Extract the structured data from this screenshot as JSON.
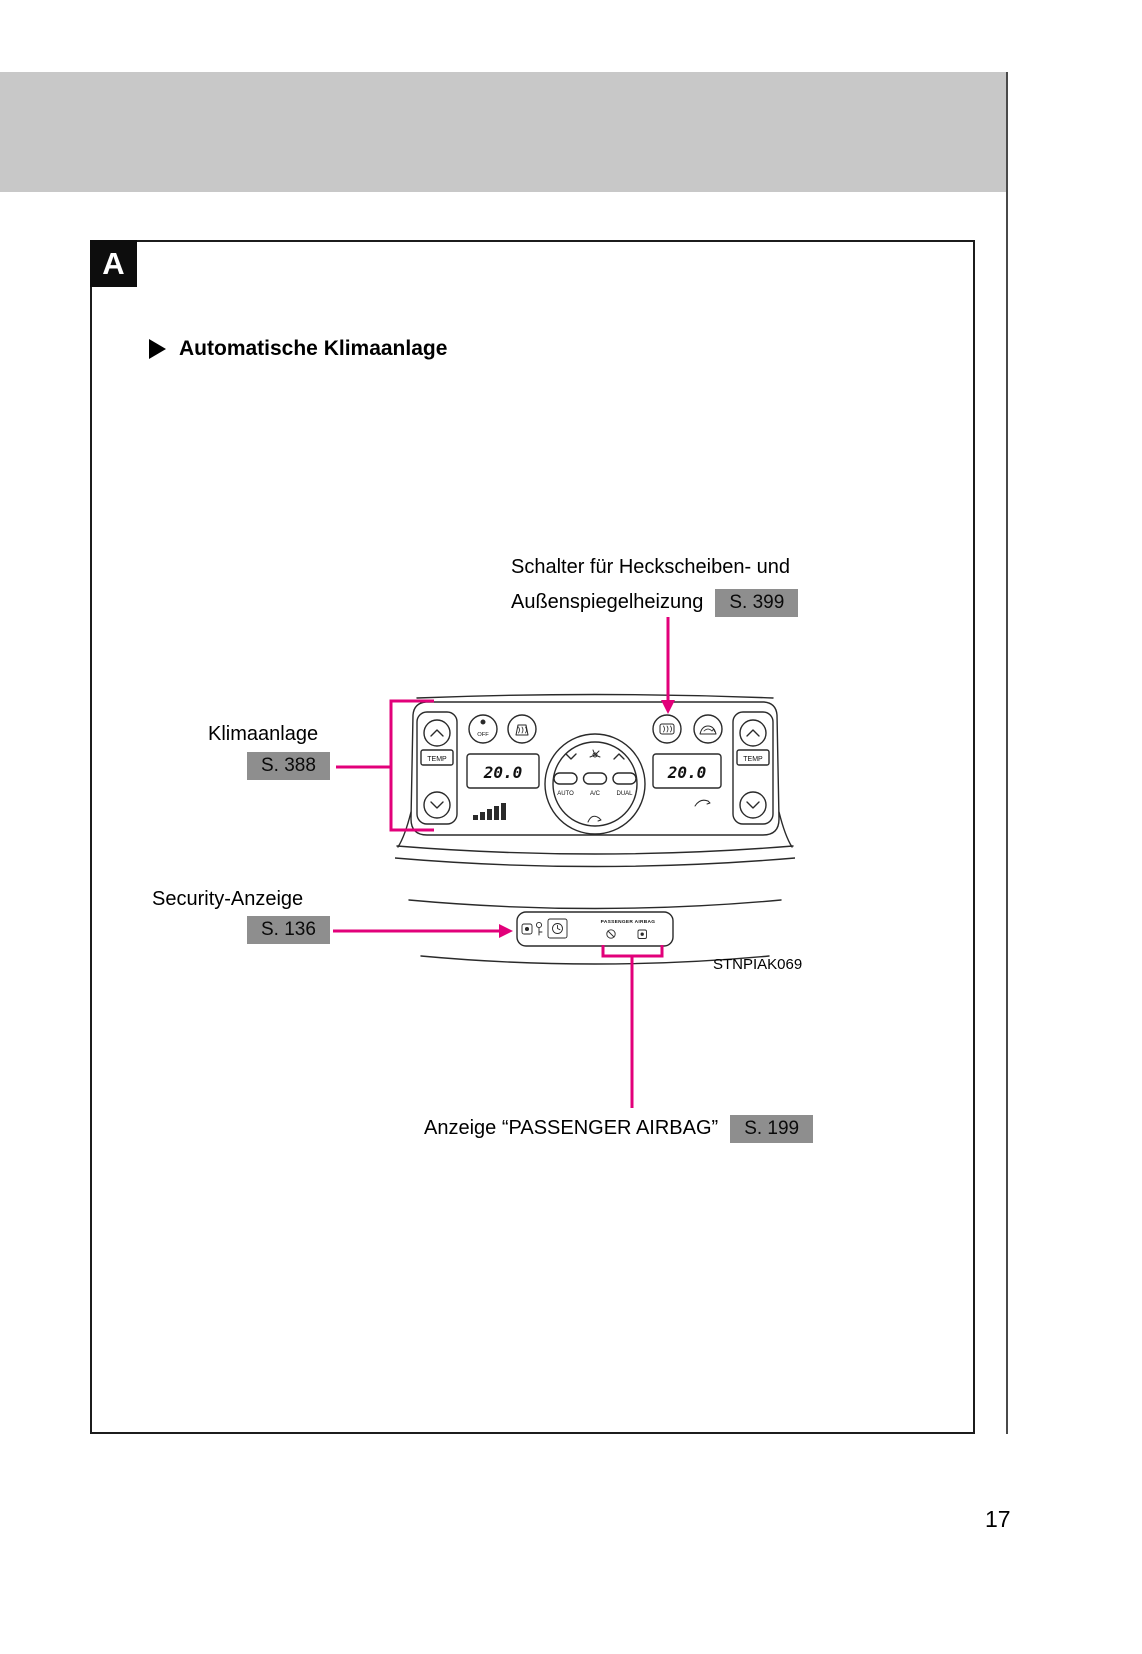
{
  "page": {
    "number": "17",
    "section_label": "A",
    "heading": "Automatische Klimaanlage",
    "image_code": "STNPIAK069"
  },
  "callouts": {
    "heater": {
      "line1": "Schalter für Heckscheiben- und",
      "line2": "Außenspiegelheizung",
      "ref": "S. 399"
    },
    "climate": {
      "label": "Klimaanlage",
      "ref": "S. 388"
    },
    "security": {
      "label": "Security-Anzeige",
      "ref": "S. 136"
    },
    "airbag": {
      "label": "Anzeige “PASSENGER AIRBAG”",
      "ref": "S. 199"
    }
  },
  "panel": {
    "temp_left": "20.0",
    "temp_right": "20.0",
    "temp_label": "TEMP",
    "off_label": "OFF",
    "auto_label": "AUTO",
    "ac_label": "A/C",
    "dual_label": "DUAL",
    "airbag_label": "PASSENGER AIRBAG"
  },
  "colors": {
    "accent": "#e2007a",
    "header_band": "#c8c8c8",
    "badge_bg": "#8e8e8e"
  }
}
